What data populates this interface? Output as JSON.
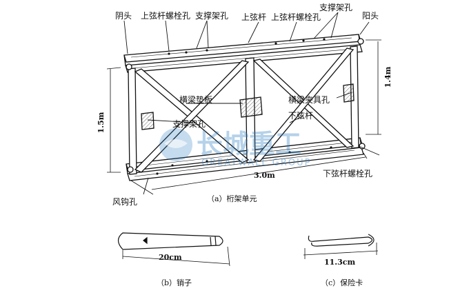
{
  "labels": {
    "yintou": "阴头",
    "top_chord_bolt_hole_1": "上弦杆螺栓孔",
    "brace_hole_top_1": "支撑架孔",
    "top_chord": "上弦杆",
    "top_chord_bolt_hole_2": "上弦杆螺栓孔",
    "brace_hole_top_2": "支撑架孔",
    "yangtou": "阳头",
    "crossbeam_pad": "横梁垫板",
    "crossbeam_clamp_hole": "横梁夹具孔",
    "brace_hole_mid": "支撑架孔",
    "bottom_chord": "下弦杆",
    "bottom_chord_bolt_hole": "下弦杆螺栓孔",
    "wind_hook_hole": "风钩孔"
  },
  "dimensions": {
    "height_left": "1.5m",
    "height_right": "1.4m",
    "length": "3.0m",
    "pin_length": "20cm",
    "clip_length": "11.3cm"
  },
  "captions": {
    "a": "（a）桁架单元",
    "b": "（b）销子",
    "c": "（c）保险卡"
  },
  "watermark": {
    "main": "长城重工",
    "sub": "GREATWALL GROUP"
  }
}
